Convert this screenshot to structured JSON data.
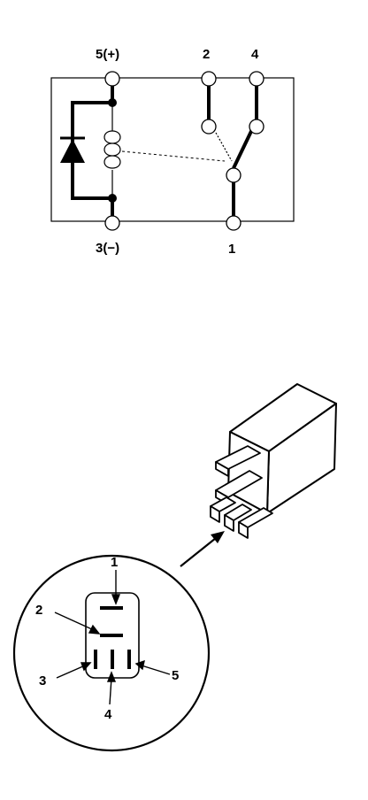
{
  "schematic": {
    "labels": {
      "t5": "5(+)",
      "t2": "2",
      "t4": "4",
      "t3": "3(−)",
      "t1": "1"
    }
  },
  "connector": {
    "callouts": {
      "p1": "1",
      "p2": "2",
      "p3": "3",
      "p4": "4",
      "p5": "5"
    }
  }
}
